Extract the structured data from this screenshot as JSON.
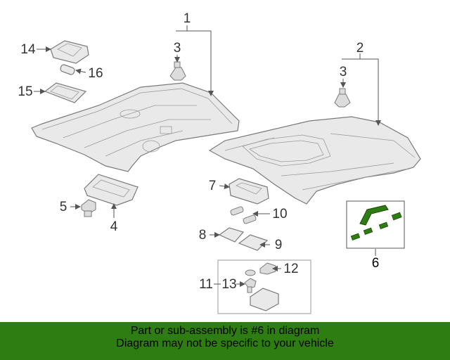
{
  "callouts": {
    "c1": "1",
    "c2": "2",
    "c3a": "3",
    "c3b": "3",
    "c4": "4",
    "c5": "5",
    "c6": "6",
    "c7": "7",
    "c8": "8",
    "c9": "9",
    "c10": "10",
    "c11": "11",
    "c12": "12",
    "c13": "13",
    "c14": "14",
    "c15": "15",
    "c16": "16"
  },
  "banner": {
    "line1": "Part or sub-assembly is #6 in diagram",
    "line2": "Diagram may not be specific to your vehicle"
  },
  "colors": {
    "banner_bg": "#2e7d12",
    "highlight_part": "#2e7d12",
    "line_art": "#7a7a7a"
  }
}
